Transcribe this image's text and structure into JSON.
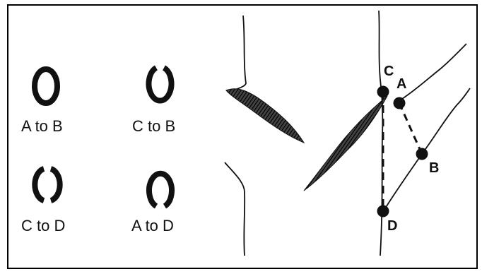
{
  "rings": [
    {
      "id": "a-to-b",
      "label": "A to B",
      "gap": "none"
    },
    {
      "id": "c-to-b",
      "label": "C to B",
      "gap": "top"
    },
    {
      "id": "c-to-d",
      "label": "C to D",
      "gap": "top-bottom"
    },
    {
      "id": "a-to-d",
      "label": "A to D",
      "gap": "bottom"
    }
  ],
  "points": {
    "c": "C",
    "a": "A",
    "b": "B",
    "d": "D"
  },
  "colors": {
    "ink": "#111111",
    "background": "#ffffff"
  }
}
